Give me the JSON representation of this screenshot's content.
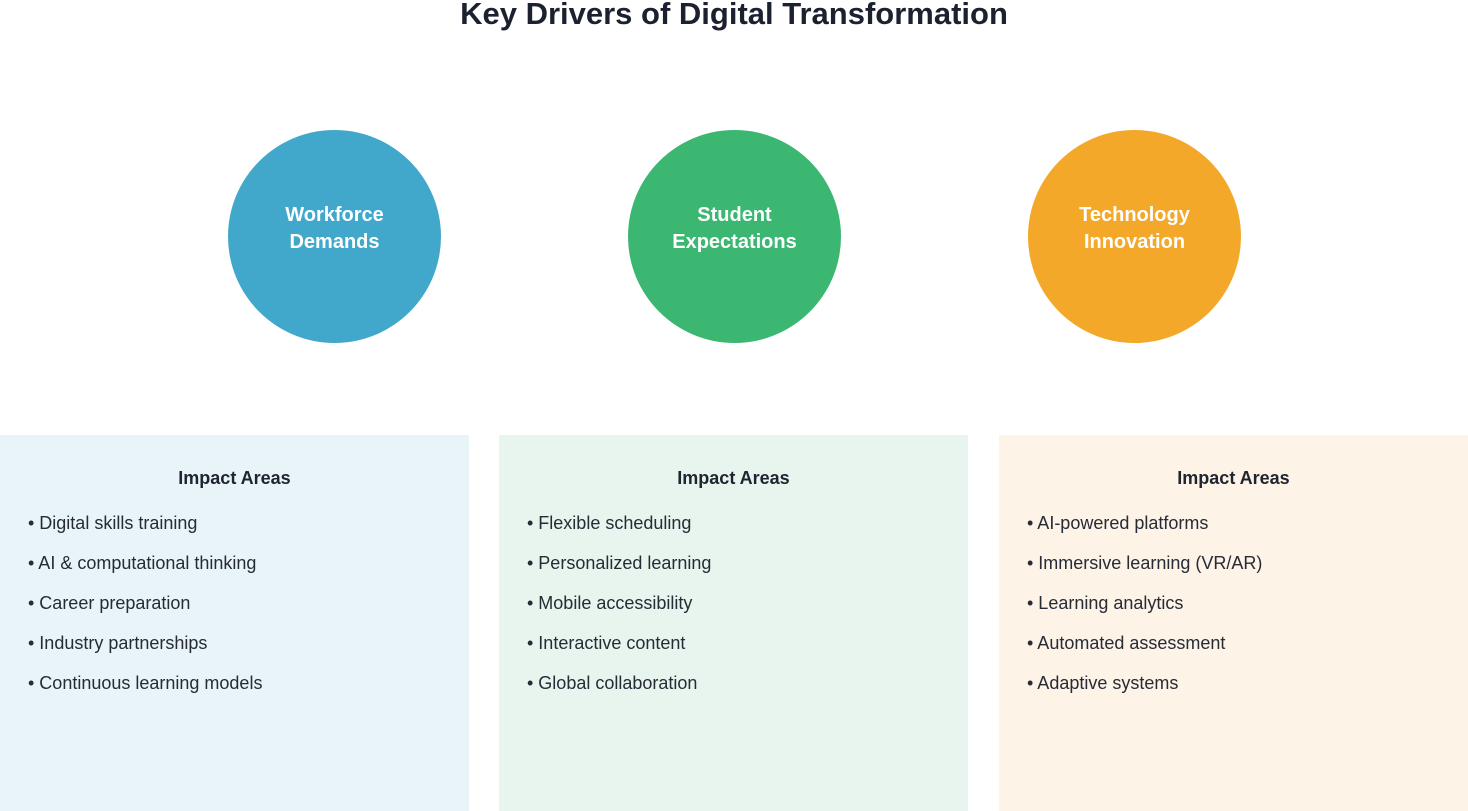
{
  "title": "Key Drivers of Digital Transformation",
  "colors": {
    "blue": "#41a8cb",
    "green": "#3bb772",
    "orange": "#f3a82a",
    "blue_bg": "#e9f4f9",
    "green_bg": "#e8f5ee",
    "orange_bg": "#fdf3e7"
  },
  "drivers": [
    {
      "label": "Workforce\nDemands",
      "heading": "Impact Areas",
      "items": [
        "• Digital skills training",
        "• AI & computational thinking",
        "• Career preparation",
        "• Industry partnerships",
        "• Continuous learning models"
      ]
    },
    {
      "label": "Student\nExpectations",
      "heading": "Impact Areas",
      "items": [
        "• Flexible scheduling",
        "• Personalized learning",
        "• Mobile accessibility",
        "• Interactive content",
        "• Global collaboration"
      ]
    },
    {
      "label": "Technology\nInnovation",
      "heading": "Impact Areas",
      "items": [
        "• AI-powered platforms",
        "• Immersive learning (VR/AR)",
        "• Learning analytics",
        "• Automated assessment",
        "• Adaptive systems"
      ]
    }
  ]
}
